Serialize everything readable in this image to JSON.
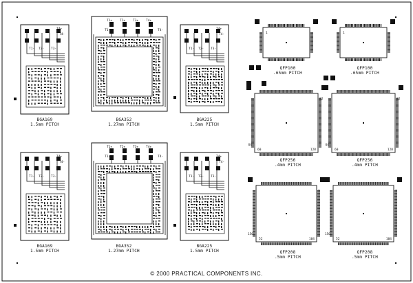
{
  "copyright": "©  2000 PRACTICAL COMPONENTS INC.",
  "colors": {
    "ink": "#111111",
    "paper": "#ffffff"
  },
  "test_labels": {
    "t1": "T1",
    "t2": "T2",
    "t3": "T3",
    "t4": "T4"
  },
  "bga_boards": [
    {
      "id": "bga169-top",
      "name": "BGA169",
      "pitch": "1.5mm PITCH"
    },
    {
      "id": "bga352-top",
      "name": "BGA352",
      "pitch": "1.27mm PITCH"
    },
    {
      "id": "bga225-top",
      "name": "BGA225",
      "pitch": "1.5mm PITCH"
    },
    {
      "id": "bga169-bottom",
      "name": "BGA169",
      "pitch": "1.5mm PITCH"
    },
    {
      "id": "bga352-bottom",
      "name": "BGA352",
      "pitch": "1.27mm PITCH"
    },
    {
      "id": "bga225-bottom",
      "name": "BGA225",
      "pitch": "1.5mm PITCH"
    }
  ],
  "qfp_boards": [
    {
      "id": "qfp100-left",
      "name": "QFP100",
      "pitch": ".65mm PITCH",
      "corner_labels": [
        "1"
      ]
    },
    {
      "id": "qfp100-right",
      "name": "QFP100",
      "pitch": ".65mm PITCH",
      "corner_labels": [
        "1"
      ]
    },
    {
      "id": "qfp256-left",
      "name": "QFP256",
      "pitch": ".4mm PITCH",
      "corner_labels": [
        "92",
        "64",
        "60",
        "128"
      ]
    },
    {
      "id": "qfp256-right",
      "name": "QFP256",
      "pitch": ".4mm PITCH",
      "corner_labels": [
        "92",
        "64",
        "60",
        "128"
      ]
    },
    {
      "id": "qfp208-left",
      "name": "QFP208",
      "pitch": ".5mm PITCH",
      "corner_labels": [
        "1",
        "156",
        "52",
        "104"
      ]
    },
    {
      "id": "qfp208-right",
      "name": "QFP208",
      "pitch": ".5mm PITCH",
      "corner_labels": [
        "1",
        "156",
        "52",
        "104"
      ]
    }
  ]
}
